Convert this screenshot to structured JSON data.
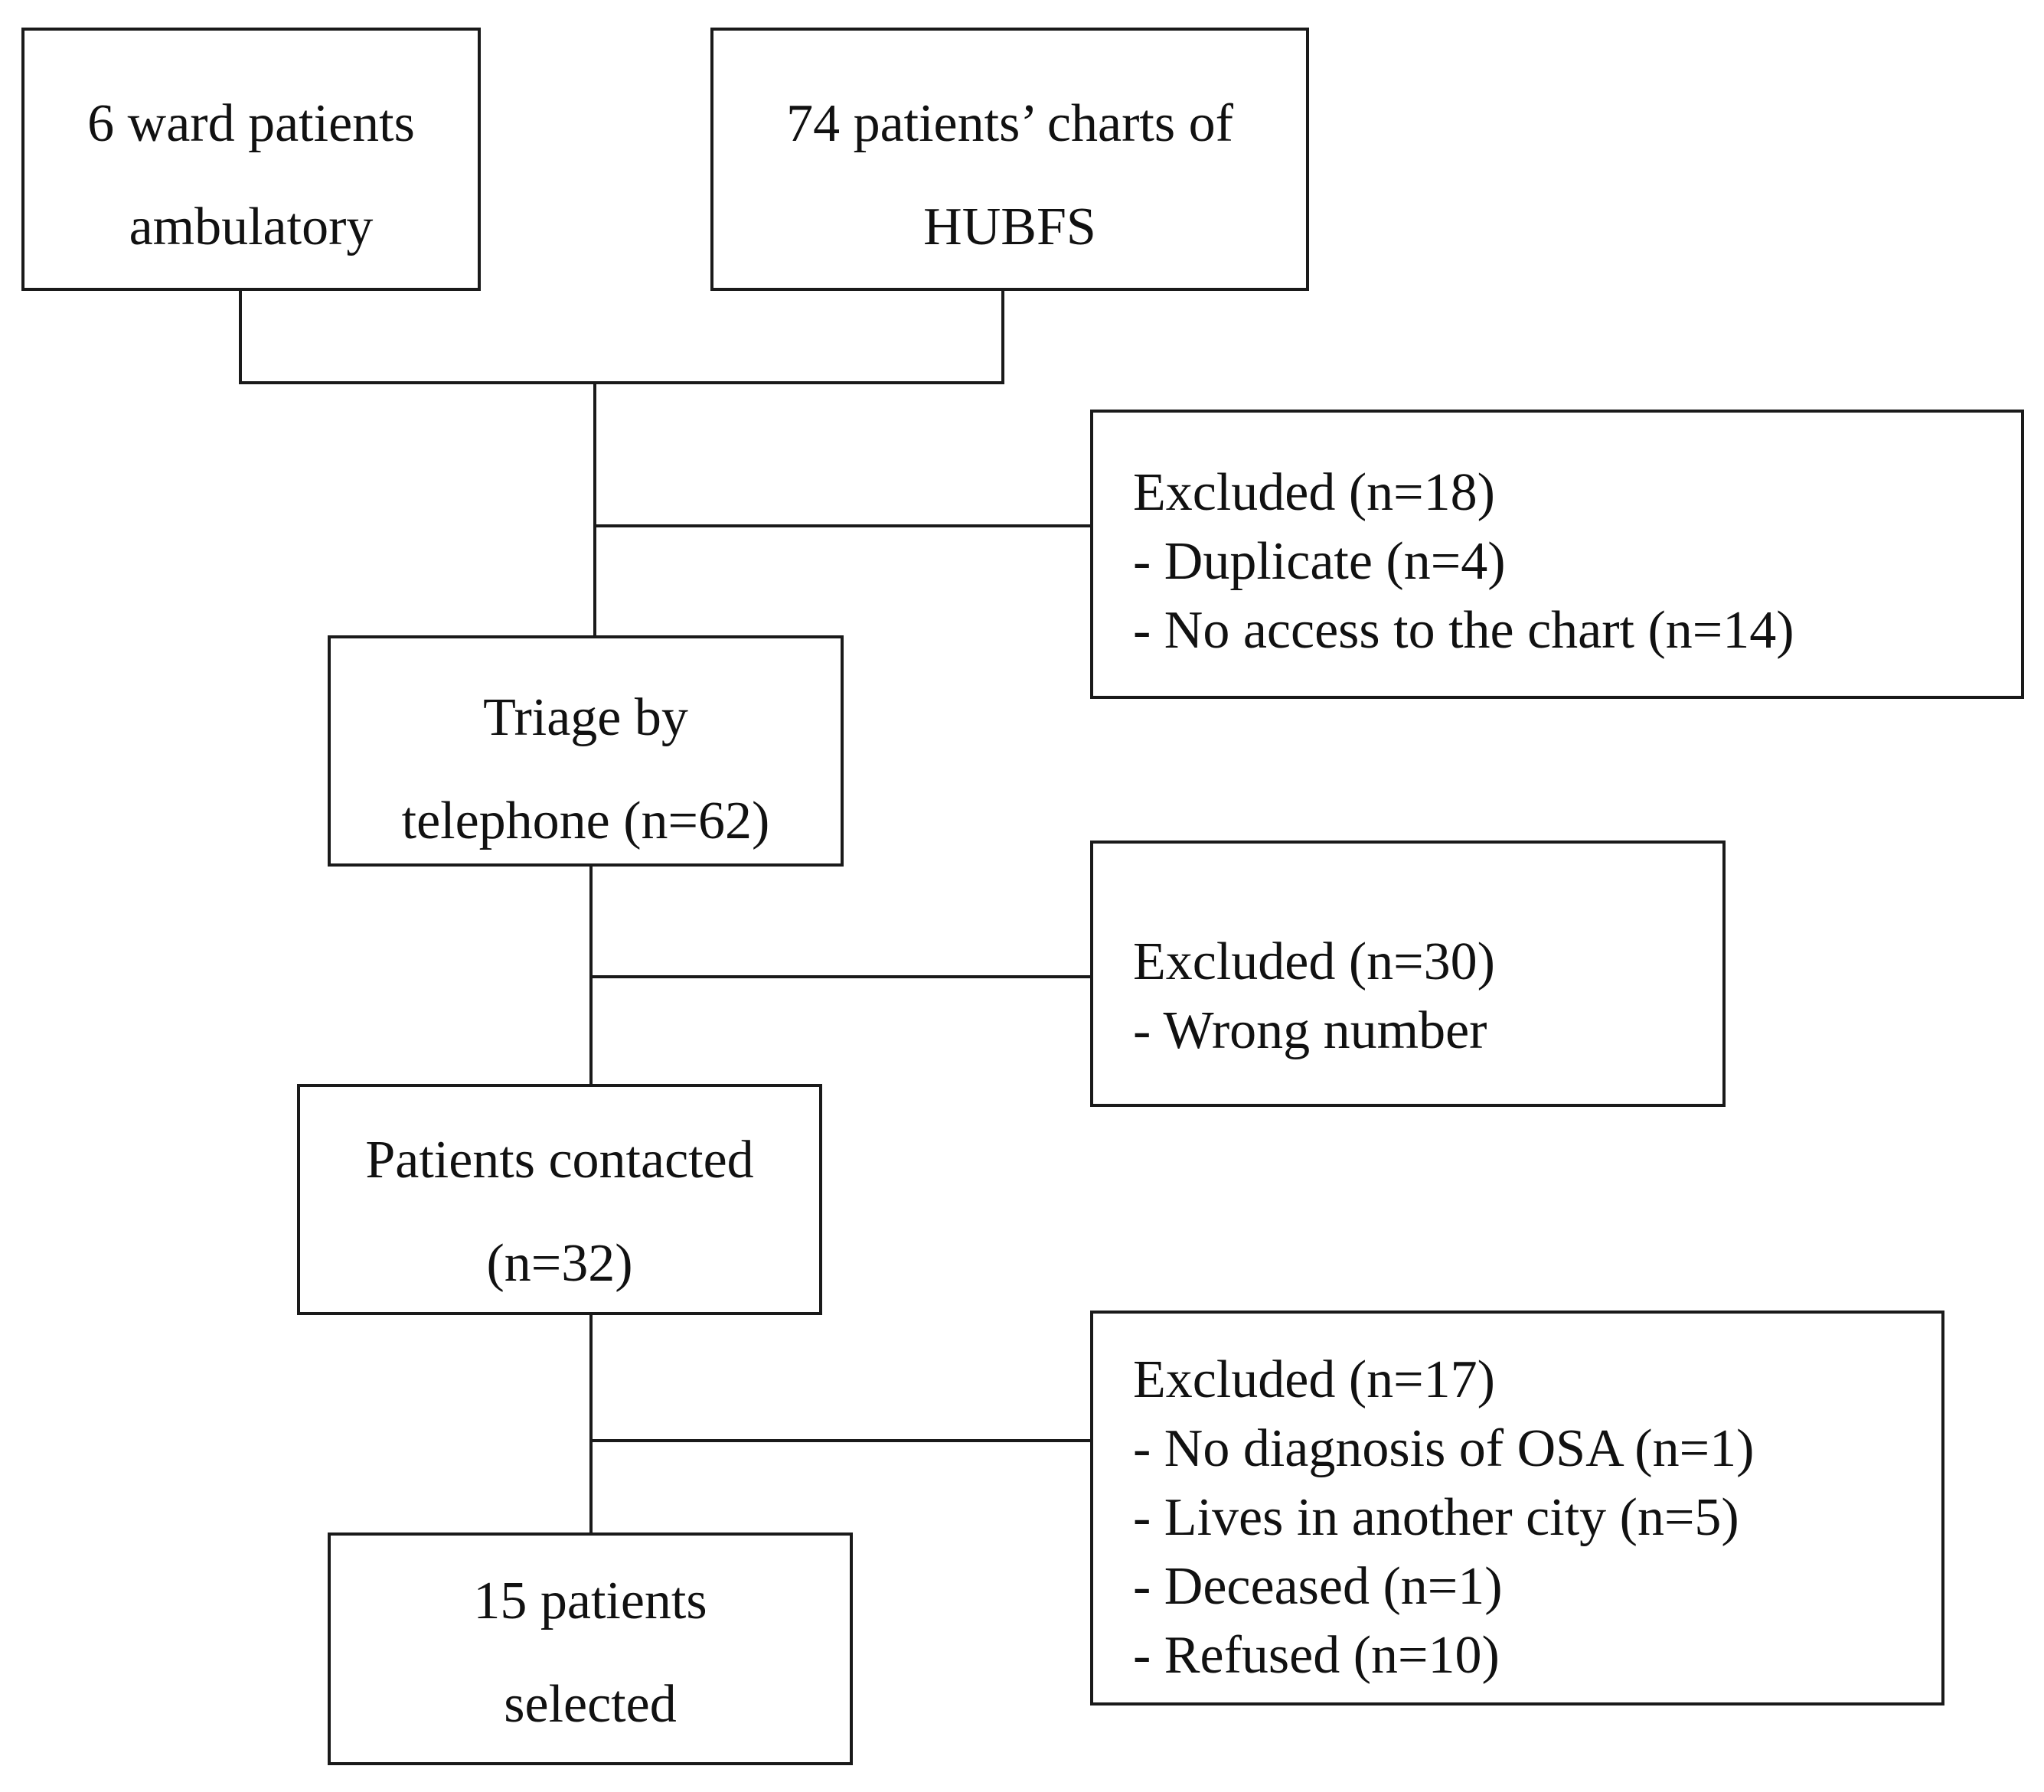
{
  "boxes": {
    "ward": {
      "lines": [
        "6 ward patients",
        "ambulatory"
      ]
    },
    "charts": {
      "lines": [
        "74 patients’ charts of",
        "HUBFS"
      ]
    },
    "triage": {
      "lines": [
        "Triage by",
        "telephone (n=62)"
      ]
    },
    "contacted": {
      "lines": [
        "Patients contacted",
        "(n=32)"
      ]
    },
    "selected": {
      "lines": [
        "15 patients",
        "selected"
      ]
    }
  },
  "exclusions": {
    "first": {
      "heading": "Excluded (n=18)",
      "items": [
        "- Duplicate (n=4)",
        "- No access to the chart (n=14)"
      ]
    },
    "second": {
      "heading": "Excluded (n=30)",
      "items": [
        "- Wrong number"
      ]
    },
    "third": {
      "heading": "Excluded (n=17)",
      "items": [
        "- No diagnosis of OSA (n=1)",
        "- Lives in another city (n=5)",
        "- Deceased (n=1)",
        "- Refused (n=10)"
      ]
    }
  }
}
